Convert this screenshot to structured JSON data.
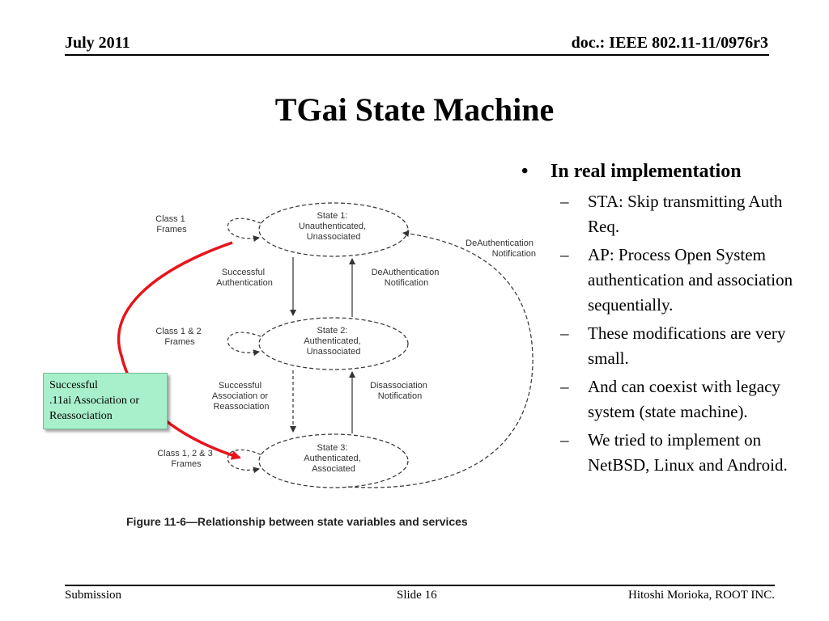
{
  "header": {
    "date": "July 2011",
    "doc": "doc.: IEEE 802.11-11/0976r3"
  },
  "title": "TGai State Machine",
  "diagram": {
    "states": [
      {
        "line1": "State 1:",
        "line2": "Unauthenticated,",
        "line3": "Unassociated"
      },
      {
        "line1": "State 2:",
        "line2": "Authenticated,",
        "line3": "Unassociated"
      },
      {
        "line1": "State 3:",
        "line2": "Authenticated,",
        "line3": "Associated"
      }
    ],
    "classes": [
      {
        "line1": "Class 1",
        "line2": "Frames"
      },
      {
        "line1": "Class 1 & 2",
        "line2": "Frames"
      },
      {
        "line1": "Class 1, 2 & 3",
        "line2": "Frames"
      }
    ],
    "transitions": {
      "auth": {
        "line1": "Successful",
        "line2": "Authentication"
      },
      "deauth": {
        "line1": "DeAuthentication",
        "line2": "Notification"
      },
      "assoc": {
        "line1": "Successful",
        "line2": "Association or",
        "line3": "Reassociation"
      },
      "disassoc": {
        "line1": "Disassociation",
        "line2": "Notification"
      },
      "deauth_outer": {
        "line1": "DeAuthentication",
        "line2": "Notification"
      }
    },
    "caption": "Figure 11-6—Relationship between state variables and services"
  },
  "callout": {
    "line1": "Successful",
    "line2": ".11ai Association or",
    "line3": "Reassociation"
  },
  "bullets": {
    "main": "In real implementation",
    "subs": [
      "STA: Skip transmitting Auth Req.",
      "AP: Process Open System authentication and association sequentially.",
      "These modifications are very small.",
      "And can coexist with legacy system (state machine).",
      "We tried to implement on NetBSD, Linux and Android."
    ]
  },
  "footer": {
    "left": "Submission",
    "center": "Slide 16",
    "right": "Hitoshi Morioka, ROOT INC."
  },
  "colors": {
    "arrow": "#e8141b",
    "callout_bg": "#a8f0cc"
  }
}
